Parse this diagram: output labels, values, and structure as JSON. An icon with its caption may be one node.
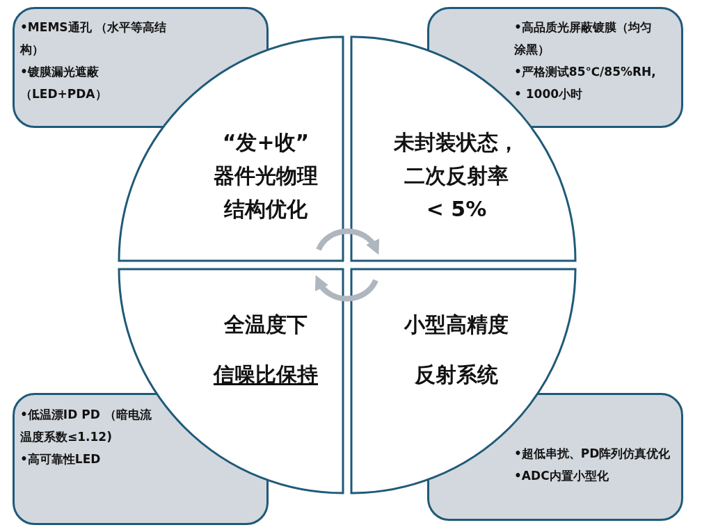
{
  "diagram": {
    "nodes": [
      {
        "text": [
          "•MEMS通孔 （水平等高结构）",
          "•镀膜漏光遮蔽（LED+PDA）"
        ]
      },
      {
        "text": [
          "•高品质光屏蔽镀膜（均匀涂黑）",
          "•严格测试85℃/85%RH,",
          "•  1000小时"
        ]
      },
      {
        "text": [
          "•低温漂ID PD （暗电流温度系数≤1.12)",
          "•高可靠性LED"
        ]
      },
      {
        "text": [
          "•超低串扰、PD阵列仿真优化",
          "•ADC内置小型化"
        ]
      },
      {
        "text": [
          "“发+收”",
          "器件光物理",
          "结构优化"
        ]
      },
      {
        "text": [
          "未封装状态，",
          "二次反射率",
          "< 5%"
        ]
      },
      {
        "text": [
          "全温度下",
          "信噪比保持"
        ]
      },
      {
        "text": [
          "小型高精度",
          "反射系统"
        ]
      }
    ],
    "edges": [
      {
        "from": 4,
        "to": 5,
        "arrow": "to"
      },
      {
        "from": 7,
        "to": 6,
        "arrow": "to"
      }
    ]
  }
}
